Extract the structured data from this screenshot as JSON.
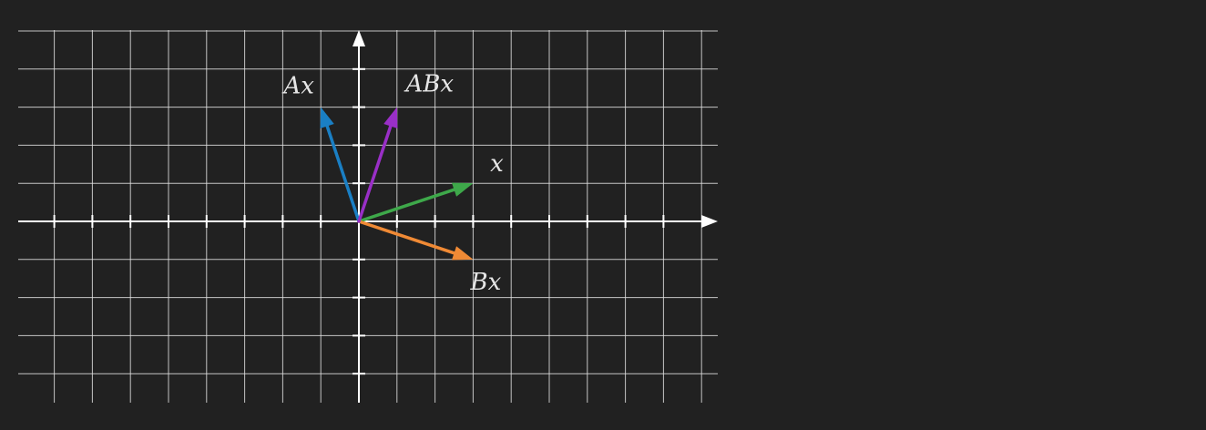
{
  "diagram": {
    "background": "#212121",
    "grid_color": "#e0e0e0",
    "axis_color": "#ffffff",
    "label_color": "#e6e6e6",
    "grid": {
      "x_range": [
        -9,
        9
      ],
      "y_range": [
        -5,
        5
      ],
      "step": 1
    },
    "vectors": [
      {
        "id": "x",
        "label": "x",
        "components": [
          3,
          1
        ],
        "color": "#3ea84a"
      },
      {
        "id": "Bx",
        "label": "Bx",
        "components": [
          3,
          -1
        ],
        "color": "#f08a35"
      },
      {
        "id": "Ax",
        "label": "Ax",
        "components": [
          -1,
          3
        ],
        "color": "#1a7fc4"
      },
      {
        "id": "ABx",
        "label": "ABx",
        "components": [
          1,
          3
        ],
        "color": "#9a2fc7"
      }
    ]
  }
}
